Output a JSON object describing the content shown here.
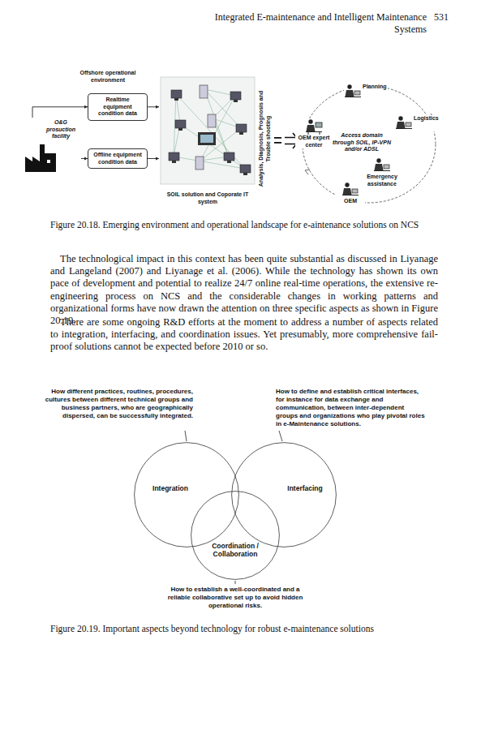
{
  "diagram": {
    "caption": "Figure 20.19. Important aspects beyond technology for robust e-maintenance solutions",
    "nodes": [
      {
        "text": [
          "Realtime equipment condition data"
        ]
      },
      {
        "text": [
          "Offline equipment condition data"
        ]
      },
      {
        "text": [
          "O&G prosuction facility"
        ]
      },
      {
        "text": [
          "SOIL solution and Coporate IT system"
        ]
      },
      {
        "text": [
          "Planning"
        ]
      },
      {
        "text": [
          "OEM expert center"
        ]
      },
      {
        "text": [
          "Logistics"
        ]
      },
      {
        "text": [
          "Emergency assistance"
        ]
      },
      {
        "text": [
          "OEM"
        ]
      },
      {
        "text": [
          "Integration"
        ]
      },
      {
        "text": [
          "Interfacing"
        ]
      },
      {
        "text": [
          "Coordination / Collaboration"
        ]
      }
    ],
    "edges": [
      {
        "from": 2,
        "to": 0,
        "arrow": "to"
      },
      {
        "from": 2,
        "to": 1,
        "arrow": "to"
      },
      {
        "from": 0,
        "to": 3,
        "arrow": "to"
      },
      {
        "from": 1,
        "to": 3,
        "arrow": "to"
      }
    ],
    "labels": [
      "Integrated E-maintenance and Intelligent Maintenance Systems",
      "531",
      "Offshore operational environment",
      "Analysis, Diagnosis, Prognosis and Trouble shooting",
      "Access domain through SOIL, IP-VPN and/or ADSL",
      "Figure 20.18. Emerging environment and operational landscape for e-aintenance solutions on NCS",
      "The technological impact in this context has been quite substantial as discussed in Liyanage and Langeland (2007) and Liyanage et al. (2006). While the technology has shown its own pace of development and potential to realize 24/7 online real-time operations, the extensive re-engineering process on NCS and the considerable changes in working patterns and organizational forms have now drawn the attention on three specific aspects as shown in Figure 20.19.",
      "There are some ongoing R&D efforts at the moment to address a number of aspects related to integration, interfacing, and coordination issues. Yet presumably, more comprehensive fail-proof solutions cannot be expected before 2010 or so.",
      "How different practices, routines, procedures, cultures between different technical groups and business partners, who are geographically dispersed, can be successfully integrated.",
      "How to define and establish critical interfaces, for instance for data exchange and communication, between inter-dependent groups and organizations who play pivotal roles in e-Maintenance solutions.",
      "How to establish a well-coordinated and a reliable collaborative set up to avoid hidden operational risks."
    ]
  }
}
